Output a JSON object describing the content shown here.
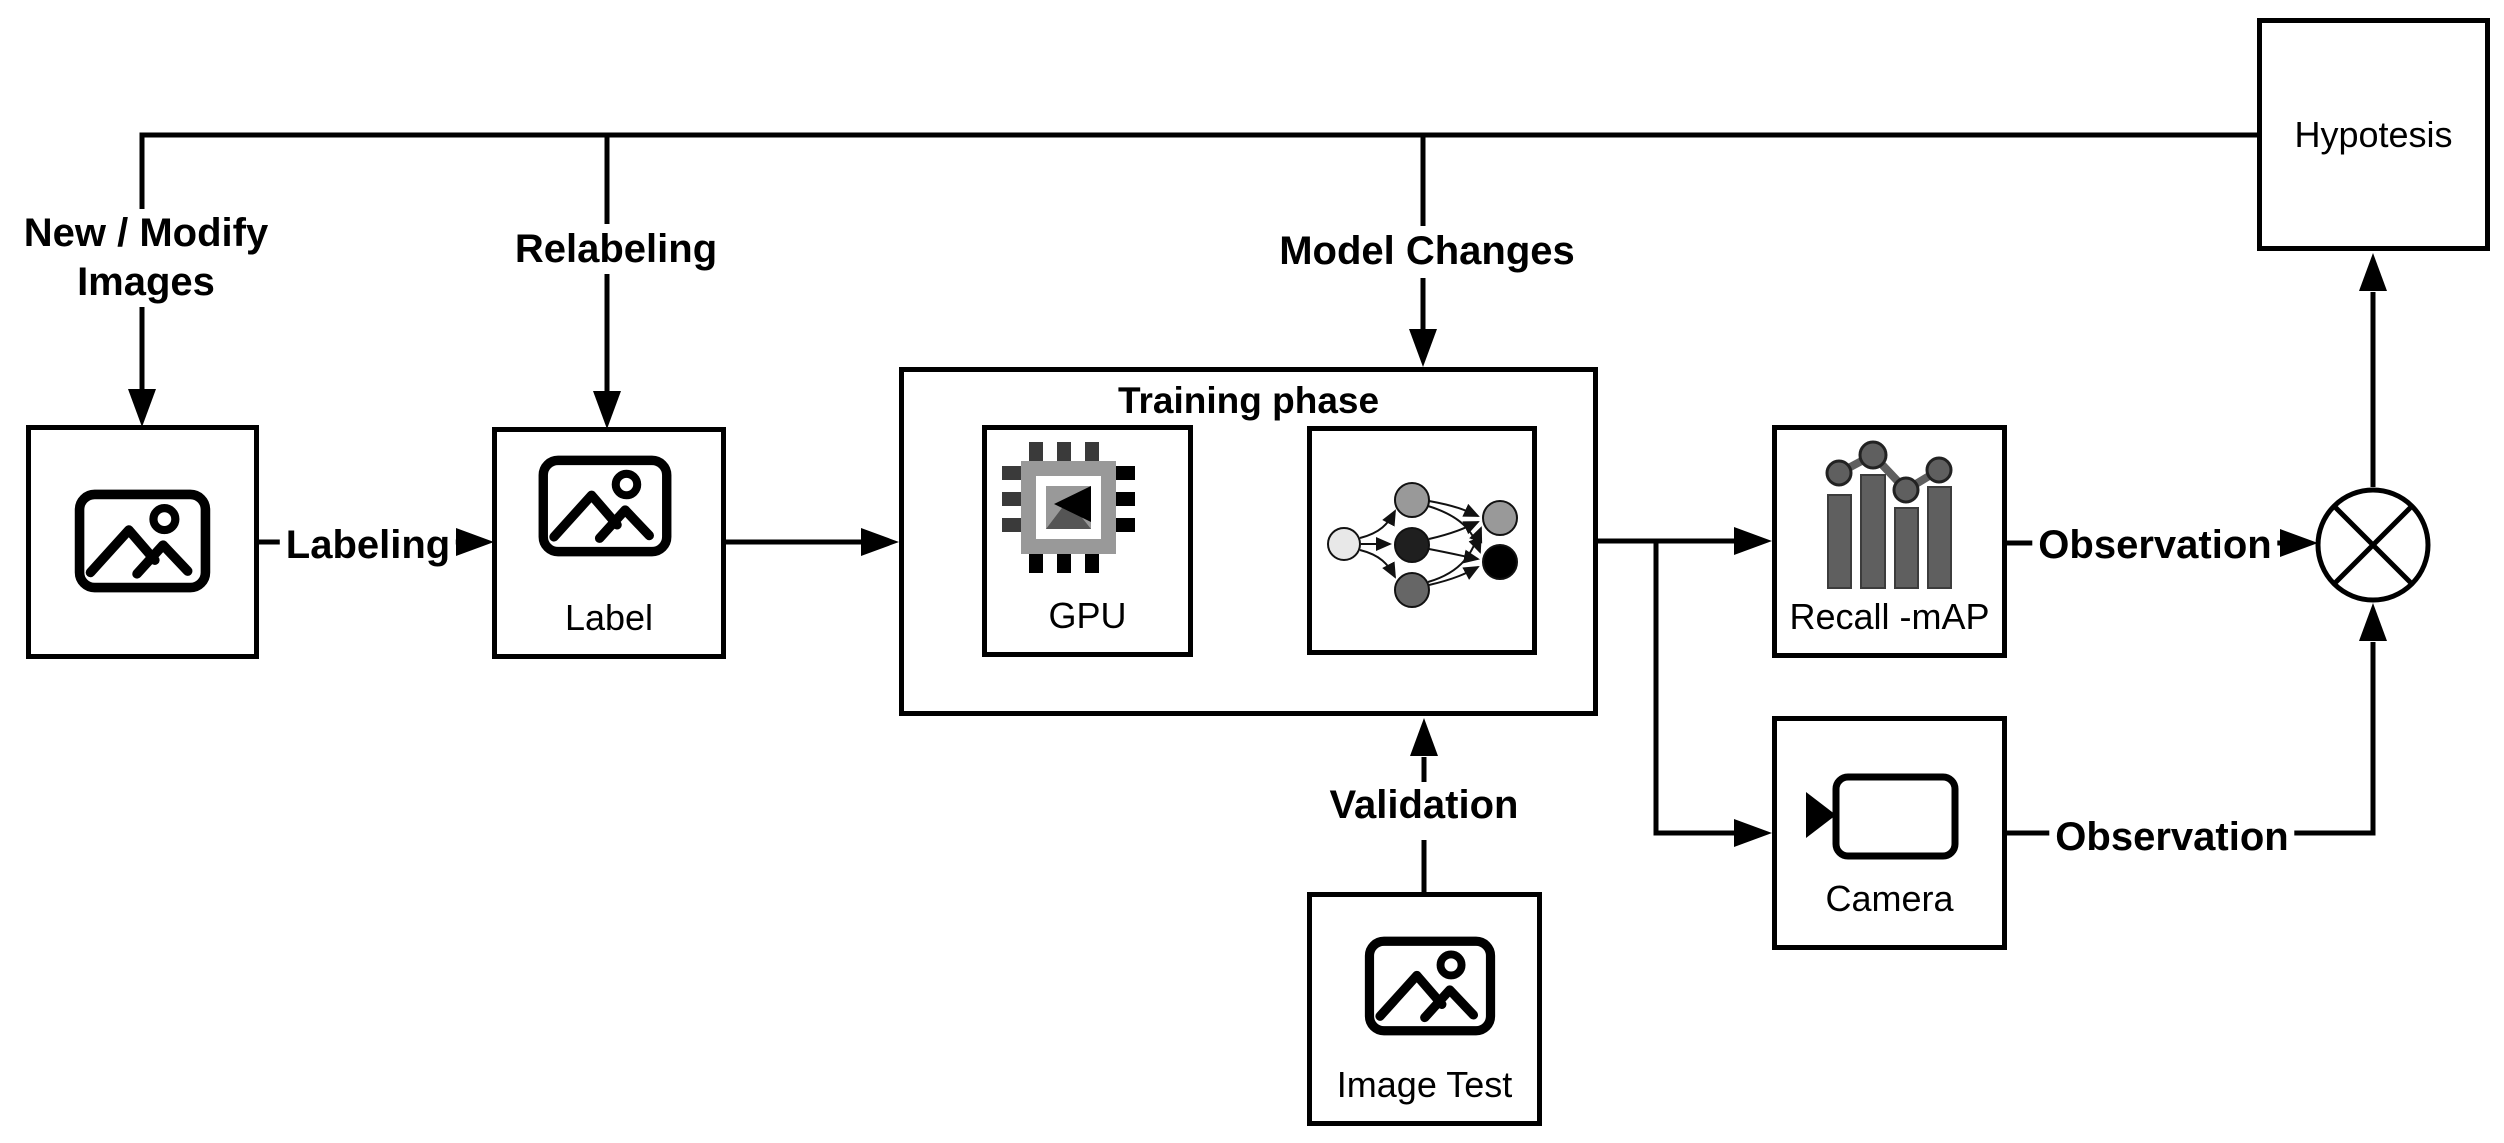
{
  "labels": {
    "new_modify_line1": "New / Modify",
    "new_modify_line2": "Images",
    "relabeling": "Relabeling",
    "labeling": "Labeling",
    "model_changes": "Model Changes",
    "validation": "Validation",
    "observation_recall": "Observation",
    "observation_camera": "Observation"
  },
  "nodes": {
    "images_box": {
      "caption": ""
    },
    "label_box": {
      "caption": "Label"
    },
    "training": {
      "title": "Training phase"
    },
    "gpu": {
      "caption": "GPU"
    },
    "neural_network": {
      "caption": ""
    },
    "recall": {
      "caption": "Recall -mAP"
    },
    "camera": {
      "caption": "Camera"
    },
    "image_test": {
      "caption": "Image Test"
    },
    "hypothesis": {
      "caption": "Hypotesis"
    }
  },
  "icons": {
    "images_box": "image-icon",
    "label_box": "image-icon",
    "image_test": "image-icon",
    "gpu": "chip-icon",
    "neural_network": "neural-network-icon",
    "recall": "bar-chart-icon",
    "camera": "video-camera-icon",
    "junction": "multiply-junction-icon"
  },
  "colors": {
    "line": "#000000",
    "box_border": "#000000",
    "background": "#ffffff",
    "bar_gray": "#5f5f5f",
    "chip_body": "#999999",
    "chip_pin_dark": "#3a3a3a",
    "chip_pin_black": "#000000",
    "nn_input": "#e8e8e8",
    "nn_hidden_top": "#999999",
    "nn_hidden_mid": "#1f1f1f",
    "nn_hidden_bottom": "#666666",
    "nn_output_top": "#999999",
    "nn_output_bottom": "#000000"
  }
}
